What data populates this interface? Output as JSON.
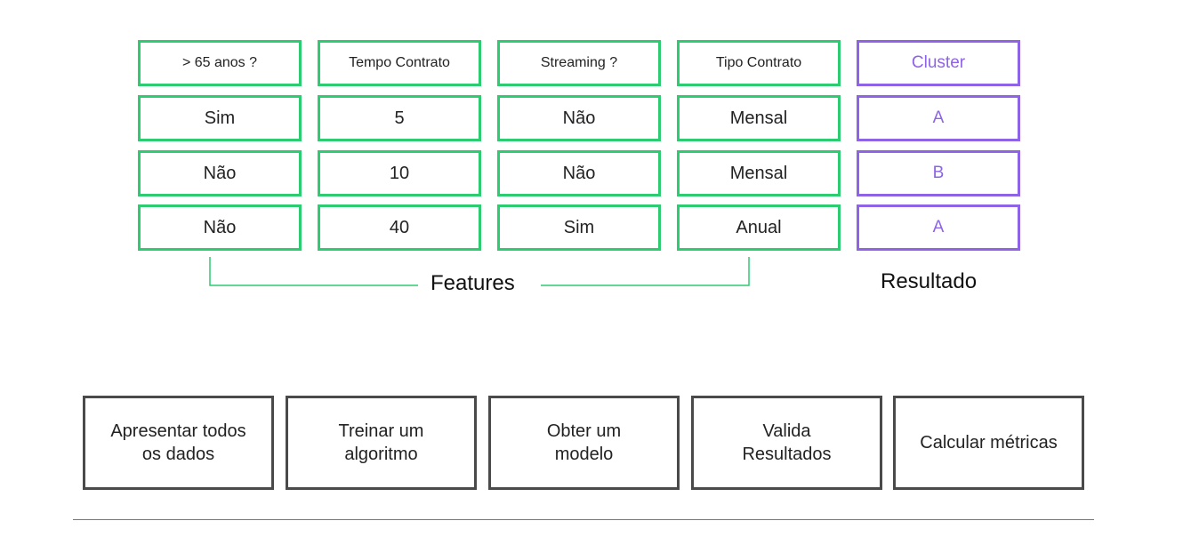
{
  "table": {
    "headers": [
      "> 65 anos ?",
      "Tempo Contrato",
      "Streaming ?",
      "Tipo Contrato",
      "Cluster"
    ],
    "rows": [
      [
        "Sim",
        "5",
        "Não",
        "Mensal",
        "A"
      ],
      [
        "Não",
        "10",
        "Não",
        "Mensal",
        "B"
      ],
      [
        "Não",
        "40",
        "Sim",
        "Anual",
        "A"
      ]
    ]
  },
  "labels": {
    "features": "Features",
    "result": "Resultado"
  },
  "steps": [
    "Apresentar todos\nos dados",
    "Treinar um\nalgoritmo",
    "Obter um\nmodelo",
    "Valida\nResultados",
    "Calcular métricas"
  ],
  "colors": {
    "feature_border": "#2ecc71",
    "result_border": "#8e63e6",
    "step_border": "#4a4a4a"
  }
}
